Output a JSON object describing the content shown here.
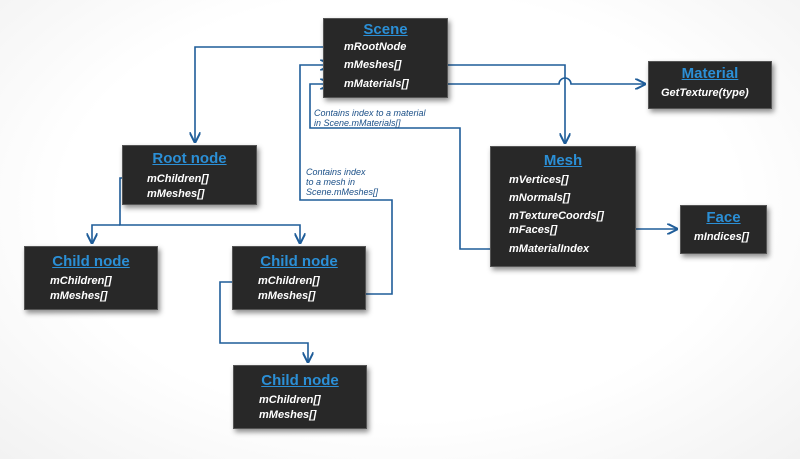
{
  "colors": {
    "node_bg": "#282828",
    "title": "#2b8fd6",
    "wire": "#1f5d99",
    "note": "#1a4f87"
  },
  "nodes": {
    "scene": {
      "title": "Scene",
      "fields": [
        "mRootNode",
        "mMeshes[]",
        "mMaterials[]"
      ]
    },
    "material": {
      "title": "Material",
      "fields": [
        "GetTexture(type)"
      ]
    },
    "root": {
      "title": "Root node",
      "fields": [
        "mChildren[]",
        "mMeshes[]"
      ]
    },
    "mesh": {
      "title": "Mesh",
      "fields": [
        "mVertices[]",
        "mNormals[]",
        "mTextureCoords[]",
        "mFaces[]",
        "mMaterialIndex"
      ]
    },
    "face": {
      "title": "Face",
      "fields": [
        "mIndices[]"
      ]
    },
    "child1": {
      "title": "Child node",
      "fields": [
        "mChildren[]",
        "mMeshes[]"
      ]
    },
    "child2": {
      "title": "Child node",
      "fields": [
        "mChildren[]",
        "mMeshes[]"
      ]
    },
    "child3": {
      "title": "Child node",
      "fields": [
        "mChildren[]",
        "mMeshes[]"
      ]
    }
  },
  "notes": {
    "material_index": "Contains index to a material\nin Scene.mMaterials[]",
    "mesh_index": "Contains index\nto a mesh in\nScene.mMeshes[]"
  }
}
